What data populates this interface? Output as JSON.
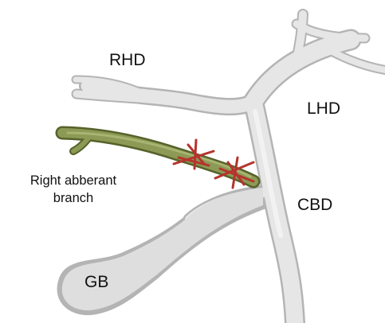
{
  "labels": {
    "rhd": "RHD",
    "lhd": "LHD",
    "cbd": "CBD",
    "gb": "GB",
    "aberrant_line1": "Right abberant",
    "aberrant_line2": "branch"
  },
  "colors": {
    "duct_fill": "#e3e3e3",
    "duct_outline": "#b4b4b4",
    "aberrant_fill": "#8c9a56",
    "aberrant_outline": "#56622a",
    "clip": "#b5342d",
    "text": "#111111"
  }
}
